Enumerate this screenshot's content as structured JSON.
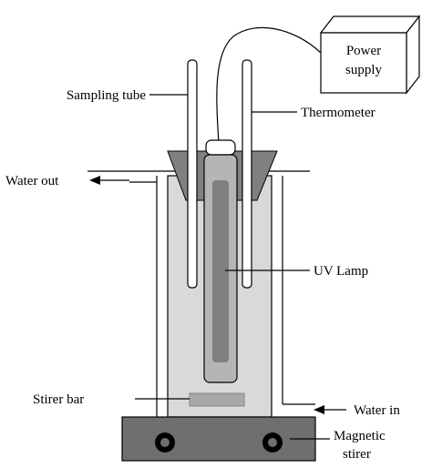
{
  "labels": {
    "power_supply_line1": "Power",
    "power_supply_line2": "supply",
    "sampling_tube": "Sampling tube",
    "thermometer": "Thermometer",
    "water_out": "Water out",
    "uv_lamp": "UV Lamp",
    "stirer_bar": "Stirer bar",
    "water_in": "Water in",
    "magnetic_stirer_line1": "Magnetic",
    "magnetic_stirer_line2": "stirer"
  },
  "colors": {
    "outline": "#000000",
    "liquid": "#d9d9d9",
    "stopper": "#808080",
    "lamp_tube": "#b5b5b5",
    "lamp_core": "#7f7f7f",
    "stirer_base": "#6f6f6f",
    "background": "#ffffff"
  }
}
